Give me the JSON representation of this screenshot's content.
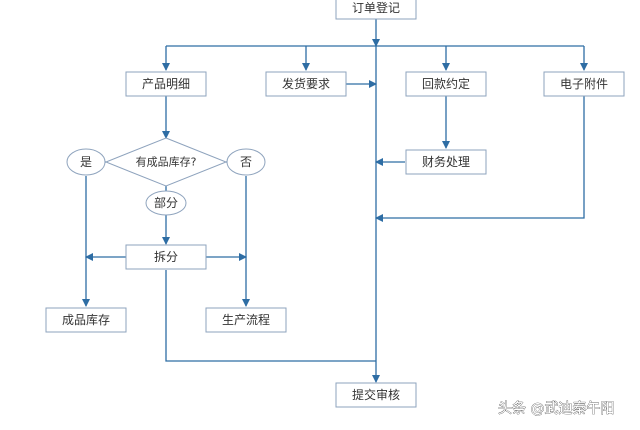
{
  "diagram": {
    "nodes": {
      "order_register": "订单登记",
      "product_detail": "产品明细",
      "shipping_req": "发货要求",
      "payment_terms": "回款约定",
      "attachments": "电子附件",
      "has_stock": "有成品库存?",
      "yes": "是",
      "no": "否",
      "partial": "部分",
      "split": "拆分",
      "finance": "财务处理",
      "stock": "成品库存",
      "production": "生产流程",
      "submit": "提交审核"
    },
    "colors": {
      "line": "#2e6da4",
      "box_border": "#8ea3bd",
      "box_fill": "#ffffff",
      "text": "#333333"
    }
  },
  "watermark": "头条 @武迪秦午阳"
}
